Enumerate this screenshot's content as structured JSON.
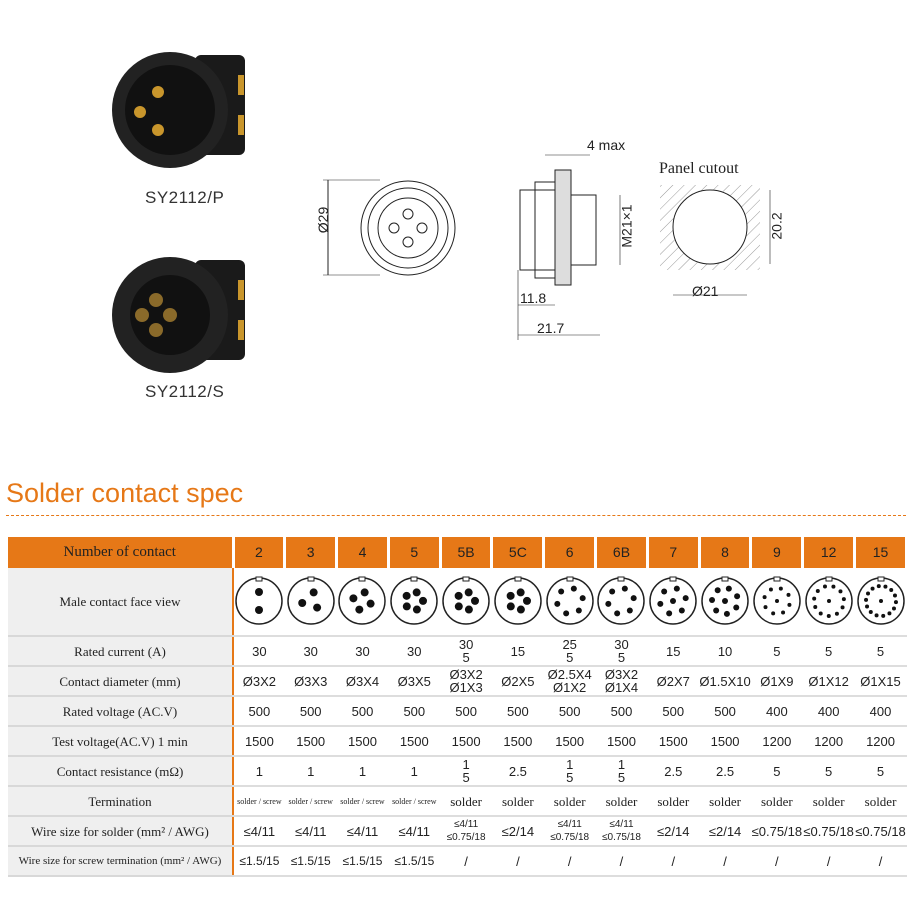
{
  "products": [
    {
      "model": "SY2112/P"
    },
    {
      "model": "SY2112/S"
    }
  ],
  "drawing": {
    "front_diameter": "Ø29",
    "max_thickness": "4 max",
    "thread": "M21×1",
    "depth_1": "11.8",
    "depth_2": "21.7",
    "panel_cutout_label": "Panel cutout",
    "cutout_height": "20.2",
    "cutout_diameter": "Ø21"
  },
  "section_title": "Solder contact spec",
  "table": {
    "header_label": "Number of contact",
    "columns": [
      "2",
      "3",
      "4",
      "5",
      "5B",
      "5C",
      "6",
      "6B",
      "7",
      "8",
      "9",
      "12",
      "15"
    ],
    "pin_counts": [
      2,
      3,
      4,
      5,
      5,
      5,
      6,
      6,
      7,
      8,
      9,
      12,
      15
    ],
    "rows": [
      {
        "label": "Male  contact  face  view"
      },
      {
        "label": "Rated current (A)",
        "values": [
          "30",
          "30",
          "30",
          "30",
          "30\n5",
          "15",
          "25\n5",
          "30\n5",
          "15",
          "10",
          "5",
          "5",
          "5"
        ]
      },
      {
        "label": "Contact diameter (mm)",
        "values": [
          "Ø3X2",
          "Ø3X3",
          "Ø3X4",
          "Ø3X5",
          "Ø3X2\nØ1X3",
          "Ø2X5",
          "Ø2.5X4\nØ1X2",
          "Ø3X2\nØ1X4",
          "Ø2X7",
          "Ø1.5X10",
          "Ø1X9",
          "Ø1X12",
          "Ø1X15"
        ]
      },
      {
        "label": "Rated voltage (AC.V)",
        "values": [
          "500",
          "500",
          "500",
          "500",
          "500",
          "500",
          "500",
          "500",
          "500",
          "500",
          "400",
          "400",
          "400"
        ]
      },
      {
        "label": "Test voltage(AC.V) 1 min",
        "values": [
          "1500",
          "1500",
          "1500",
          "1500",
          "1500",
          "1500",
          "1500",
          "1500",
          "1500",
          "1500",
          "1200",
          "1200",
          "1200"
        ]
      },
      {
        "label": "Contact resistance (mΩ)",
        "values": [
          "1",
          "1",
          "1",
          "1",
          "1\n5",
          "2.5",
          "1\n5",
          "1\n5",
          "2.5",
          "2.5",
          "5",
          "5",
          "5"
        ]
      },
      {
        "label": "Termination",
        "values": [
          "solder / screw",
          "solder / screw",
          "solder / screw",
          "solder / screw",
          "solder",
          "solder",
          "solder",
          "solder",
          "solder",
          "solder",
          "solder",
          "solder",
          "solder"
        ]
      },
      {
        "label": "Wire size for solder (mm² / AWG)",
        "values": [
          "≤4/11",
          "≤4/11",
          "≤4/11",
          "≤4/11",
          "≤4/11\n≤0.75/18",
          "≤2/14",
          "≤4/11\n≤0.75/18",
          "≤4/11\n≤0.75/18",
          "≤2/14",
          "≤2/14",
          "≤0.75/18",
          "≤0.75/18",
          "≤0.75/18"
        ]
      },
      {
        "label": "Wire size for screw termination (mm² / AWG)",
        "values": [
          "≤1.5/15",
          "≤1.5/15",
          "≤1.5/15",
          "≤1.5/15",
          "/",
          "/",
          "/",
          "/",
          "/",
          "/",
          "/",
          "/",
          "/"
        ]
      }
    ]
  },
  "colors": {
    "accent": "#e67817",
    "label_bg": "#efefef"
  }
}
